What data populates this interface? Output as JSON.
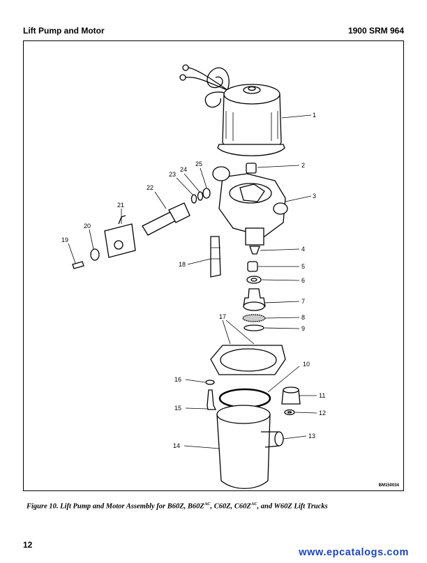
{
  "header": {
    "section": "Lift Pump and Motor",
    "manual_code": "1900 SRM 964"
  },
  "figure": {
    "drawing_code": "BM150034",
    "callouts": [
      "1",
      "2",
      "3",
      "4",
      "5",
      "6",
      "7",
      "8",
      "9",
      "10",
      "11",
      "12",
      "13",
      "14",
      "15",
      "16",
      "17",
      "18",
      "19",
      "20",
      "21",
      "22",
      "23",
      "24",
      "25"
    ],
    "caption": {
      "lead": "Figure 10. Lift Pump and Motor Assembly for B60Z, B60Z",
      "sup1": "AC",
      "mid1": ", C60Z, C60Z",
      "sup2": "AC",
      "tail": ", and W60Z Lift Trucks"
    }
  },
  "footer": {
    "page_number": "12",
    "watermark": "www.epcatalogs.com"
  }
}
